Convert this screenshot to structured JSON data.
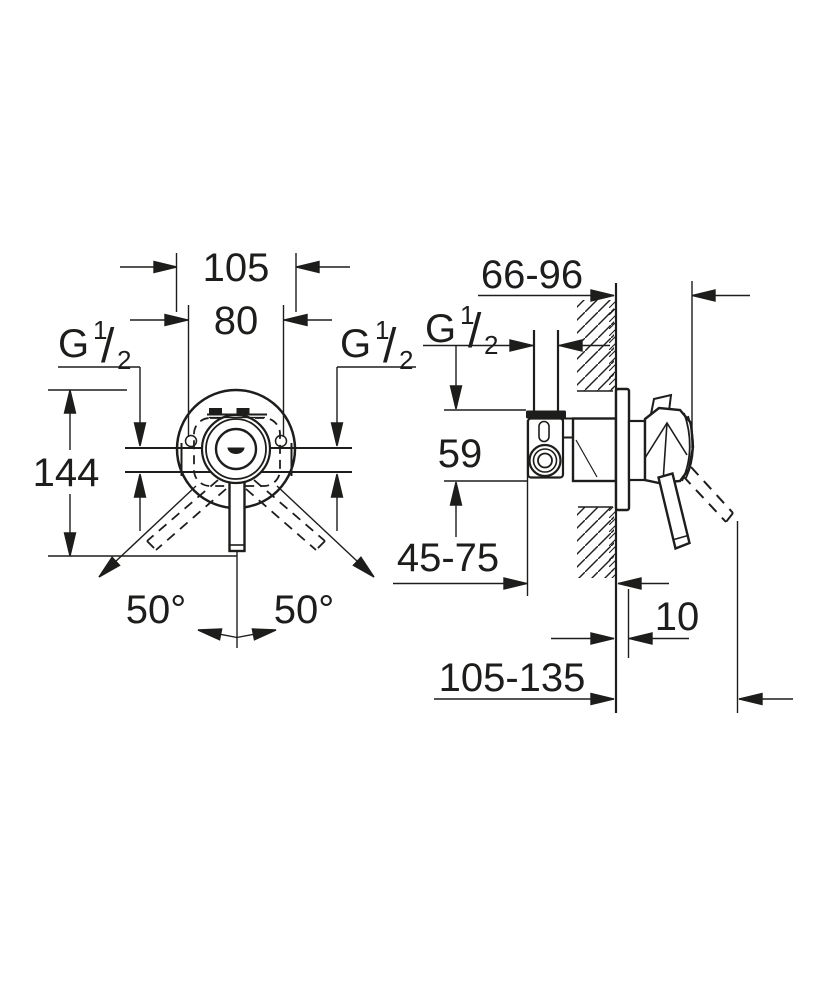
{
  "page": {
    "background": "#ffffff",
    "ink": "#1d1d1b",
    "drawing_type": "installation-dimension-drawing"
  },
  "thread_size": {
    "prefix": "G",
    "numerator": "1",
    "slash": "/",
    "denominator": "2"
  },
  "front_view": {
    "escutcheon_diameter_mm": "105",
    "body_width_mm": "80",
    "lever_height_mm": "144",
    "swing_left": "50°",
    "swing_right": "50°"
  },
  "side_view": {
    "wall_depth_range_mm": "66-96",
    "port_spacing_mm": "59",
    "rough_in_depth_range_mm": "45-75",
    "escutcheon_offset_mm": "10",
    "lever_projection_range_mm": "105-135"
  }
}
